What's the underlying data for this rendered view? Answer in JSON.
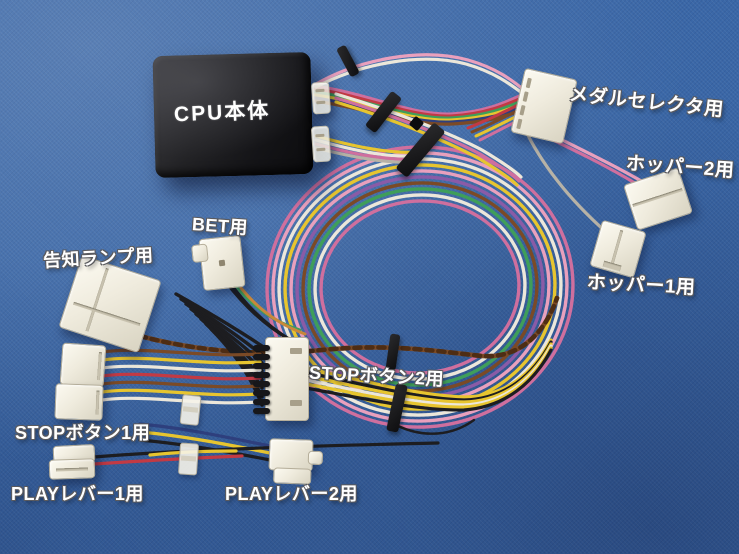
{
  "photo": {
    "description": "CPU wiring harness with labeled connectors on blue fabric",
    "background_color": "#3a67a7"
  },
  "labels": {
    "cpu": "CPU本体",
    "medal_selector": "メダルセレクタ用",
    "hopper2": "ホッパー2用",
    "hopper1": "ホッパー1用",
    "bet": "BET用",
    "notice_lamp": "告知ランプ用",
    "stop_button2": "STOPボタン2用",
    "stop_button1": "STOPボタン1用",
    "play_lever1": "PLAYレバー1用",
    "play_lever2": "PLAYレバー2用"
  },
  "colors": {
    "background_blue": "#3a67a7",
    "cpu_body": "#17171a",
    "connector_shell": "#f2eee2",
    "cable_tie": "#141414",
    "wire_magenta": "#cf6f9e",
    "wire_pink": "#e9a0bd",
    "wire_white": "#ece7da",
    "wire_yellow": "#e7c52f",
    "wire_red": "#c23a44",
    "wire_green": "#3f9e5a",
    "wire_navy": "#2e3f7d",
    "wire_purple": "#8a5ba6",
    "wire_brown": "#7b4a26",
    "wire_brown_dark": "#4e2d14",
    "wire_gray": "#b7b2a6",
    "wire_orange": "#c9883a",
    "wire_black": "#1d1d20"
  }
}
